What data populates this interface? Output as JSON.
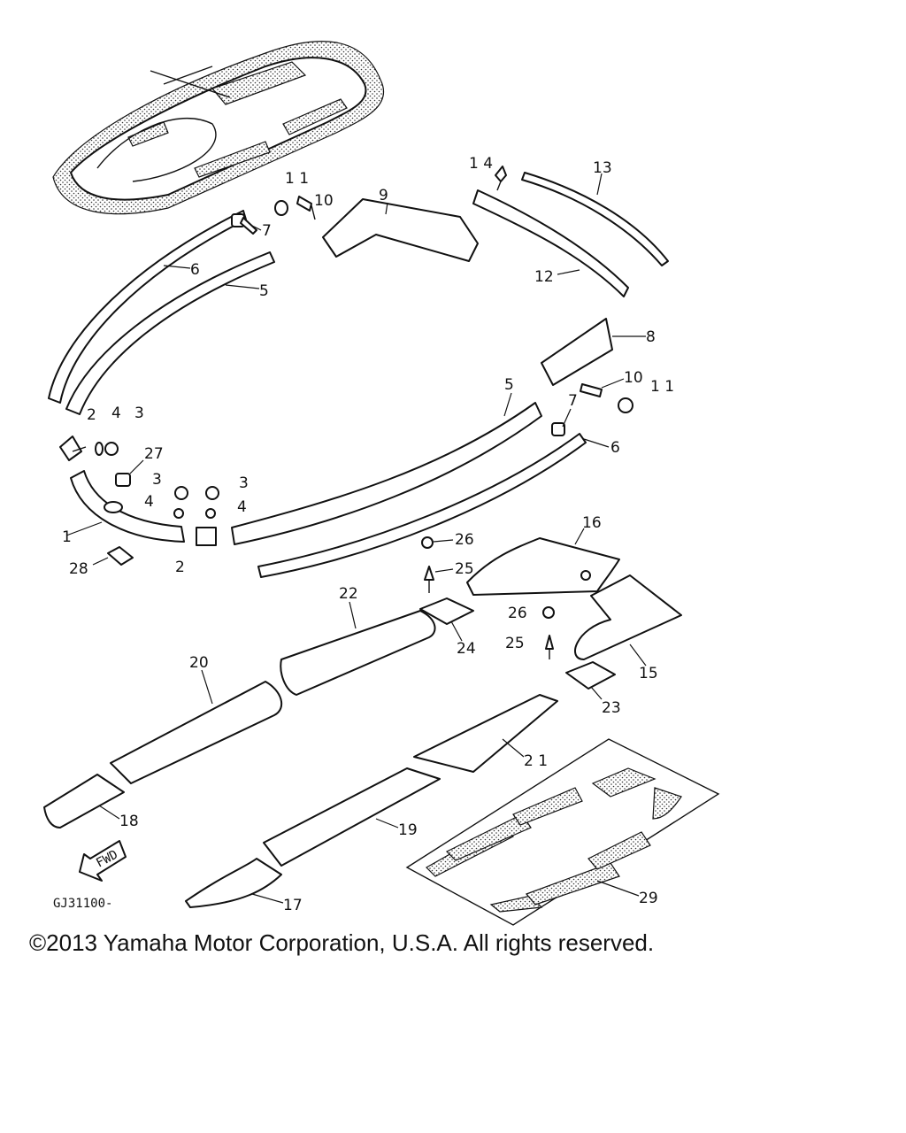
{
  "diagram": {
    "drawing_code": "GJ31100-",
    "fwd_label": "FWD",
    "callouts": [
      "1",
      "2",
      "2",
      "3",
      "3",
      "3",
      "4",
      "4",
      "4",
      "5",
      "5",
      "6",
      "6",
      "7",
      "7",
      "8",
      "9",
      "10",
      "10",
      "11",
      "11",
      "12",
      "13",
      "14",
      "15",
      "16",
      "17",
      "18",
      "19",
      "20",
      "21",
      "22",
      "23",
      "24",
      "25",
      "25",
      "26",
      "26",
      "27",
      "28",
      "29"
    ]
  },
  "footer": {
    "copyright": "©2013 Yamaha Motor Corporation, U.S.A. All rights reserved."
  }
}
